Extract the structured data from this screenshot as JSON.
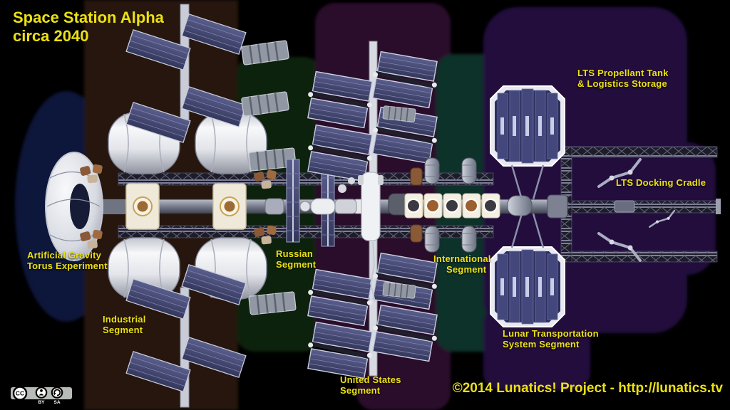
{
  "title": {
    "line1": "Space Station Alpha",
    "line2": "circa 2040"
  },
  "labels": {
    "artificial_gravity": {
      "line1": "Artificial Gravity",
      "line2": "Torus Experiment"
    },
    "industrial": {
      "line1": "Industrial",
      "line2": "Segment"
    },
    "russian": {
      "line1": "Russian",
      "line2": "Segment"
    },
    "united_states": {
      "line1": "United States",
      "line2": "Segment"
    },
    "international": {
      "line1": "International",
      "line2": "Segment"
    },
    "lts_propellant": {
      "line1": "LTS Propellant Tank",
      "line2": "& Logistics Storage"
    },
    "lts_docking_cradle": {
      "line1": "LTS Docking Cradle"
    },
    "lunar_transportation": {
      "line1": "Lunar Transportation",
      "line2": "System Segment"
    }
  },
  "credit": "©2014 Lunatics! Project - http://lunatics.tv",
  "license": {
    "cc": "CC",
    "by": "BY",
    "sa": "SA"
  },
  "colors": {
    "label_yellow": "#ece112",
    "background": "#000000",
    "torus_backdrop": "#10173a",
    "industrial_region": "#281410",
    "russian_region": "#0d2307",
    "us_region": "#2a102b",
    "international_region": "#11322b",
    "lts_region": "#200f3e"
  }
}
